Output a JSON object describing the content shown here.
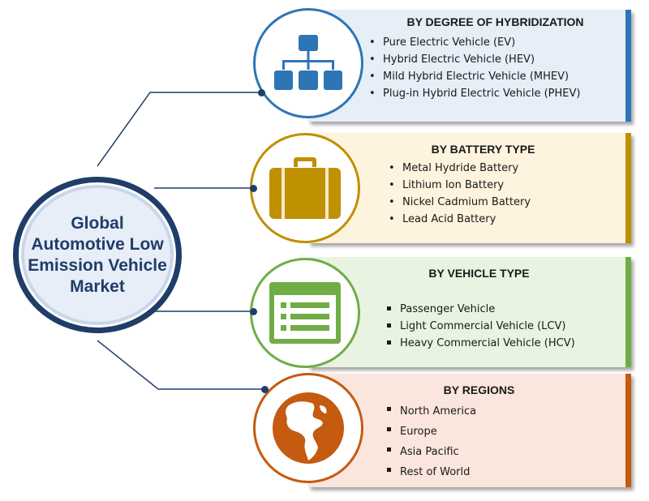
{
  "center": {
    "title": "Global Automotive Low Emission Vehicle Market"
  },
  "segments": [
    {
      "title": "BY DEGREE OF HYBRIDIZATION",
      "icon": "hierarchy-icon",
      "color": "#2e75b6",
      "bg": "#e6eef8",
      "items": [
        "Pure Electric Vehicle (EV)",
        "Hybrid Electric Vehicle (HEV)",
        "Mild Hybrid Electric Vehicle (MHEV)",
        "Plug-in Hybrid Electric Vehicle (PHEV)"
      ]
    },
    {
      "title": "BY BATTERY TYPE",
      "icon": "briefcase-icon",
      "color": "#bf9000",
      "bg": "#fdf3de",
      "items": [
        "Metal Hydride Battery",
        "Lithium Ion Battery",
        "Nickel Cadmium Battery",
        "Lead Acid Battery"
      ]
    },
    {
      "title": "BY VEHICLE TYPE",
      "icon": "list-document-icon",
      "color": "#70ad47",
      "bg": "#e9f3e1",
      "items": [
        "Passenger Vehicle",
        "Light Commercial Vehicle (LCV)",
        "Heavy Commercial Vehicle (HCV)"
      ]
    },
    {
      "title": "BY REGIONS",
      "icon": "globe-icon",
      "color": "#c55a11",
      "bg": "#fbe6dd",
      "items": [
        "North America",
        "Europe",
        "Asia Pacific",
        "Rest of World"
      ]
    }
  ]
}
